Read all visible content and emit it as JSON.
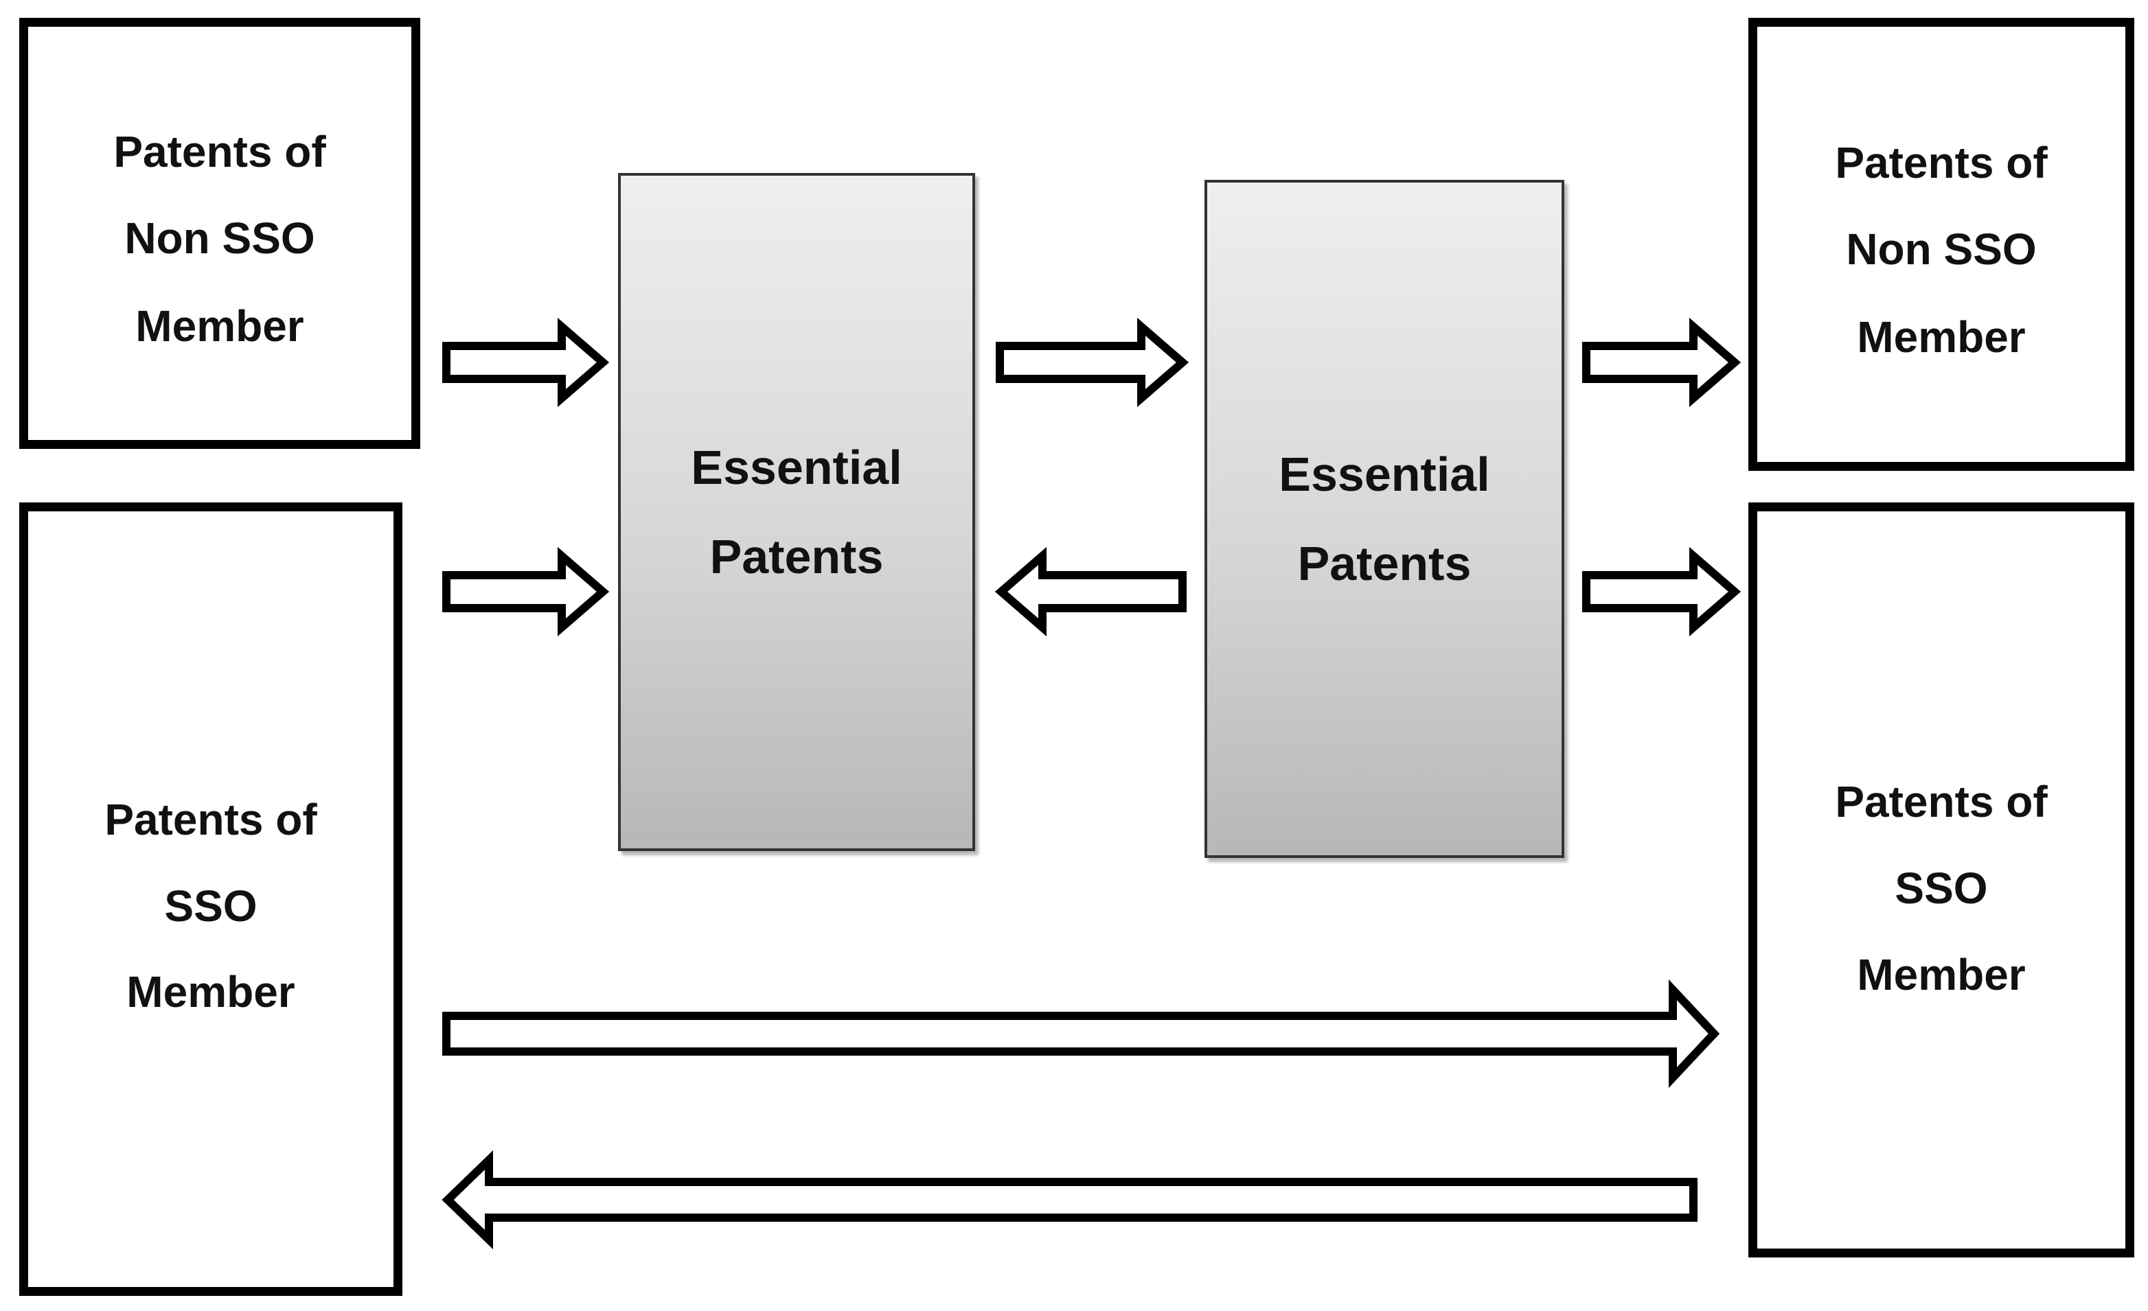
{
  "diagram": {
    "left_top_box": {
      "lines": [
        "Patents of",
        "Non SSO",
        "Member"
      ]
    },
    "left_bottom_box": {
      "lines": [
        "Patents of",
        "SSO",
        "Member"
      ]
    },
    "center_left_box": {
      "lines": [
        "Essential",
        "Patents"
      ]
    },
    "center_right_box": {
      "lines": [
        "Essential",
        "Patents"
      ]
    },
    "right_top_box": {
      "lines": [
        "Patents of",
        "Non SSO",
        "Member"
      ]
    },
    "right_bottom_box": {
      "lines": [
        "Patents of",
        "SSO",
        "Member"
      ]
    },
    "colors": {
      "border": "#000000",
      "essential_fill_top": "#efefef",
      "essential_fill_bottom": "#b7b7b7",
      "background": "#ffffff"
    }
  }
}
